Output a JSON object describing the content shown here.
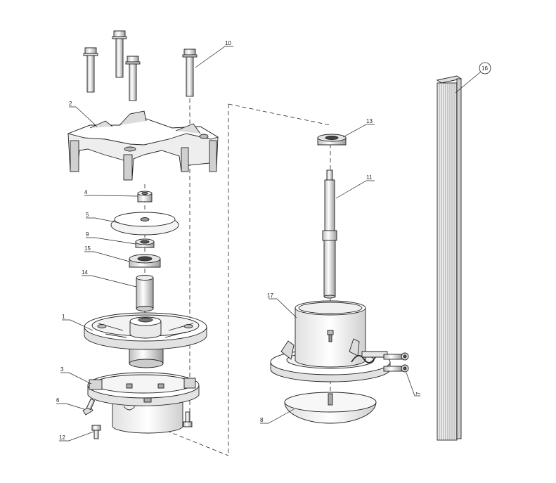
{
  "callouts": [
    {
      "id": "c1",
      "text": "1"
    },
    {
      "id": "c2",
      "text": "2"
    },
    {
      "id": "c3",
      "text": "3"
    },
    {
      "id": "c4",
      "text": "4"
    },
    {
      "id": "c5",
      "text": "5"
    },
    {
      "id": "c6",
      "text": "6"
    },
    {
      "id": "c7",
      "text": "7"
    },
    {
      "id": "c8",
      "text": "8"
    },
    {
      "id": "c9",
      "text": "9"
    },
    {
      "id": "c10",
      "text": "10"
    },
    {
      "id": "c11",
      "text": "11"
    },
    {
      "id": "c12",
      "text": "12"
    },
    {
      "id": "c13",
      "text": "13"
    },
    {
      "id": "c14",
      "text": "14"
    },
    {
      "id": "c15",
      "text": "15"
    },
    {
      "id": "c16",
      "text": "16"
    },
    {
      "id": "c17",
      "text": "17"
    }
  ],
  "colors": {
    "line": "#222222",
    "fill": "#ffffff",
    "shade": "#d9d9d9",
    "dark": "#9a9a9a"
  }
}
